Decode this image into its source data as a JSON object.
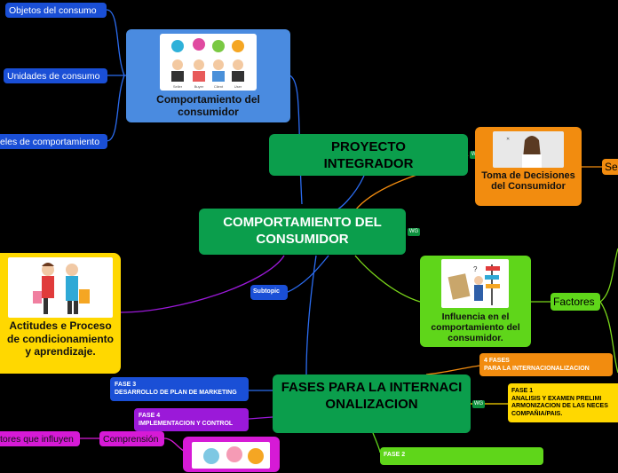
{
  "central": {
    "title": "COMPORTAMIENTO DEL CONSUMIDOR",
    "tag": "WG"
  },
  "left_items": [
    {
      "label": "Objetos del consumo"
    },
    {
      "label": "Unidades de consumo"
    },
    {
      "label": "eles de comportamiento"
    }
  ],
  "comportamiento_node": {
    "label": "Comportamiento del consumidor",
    "image_captions": [
      "Seller",
      "Buyer",
      "Client",
      "User"
    ]
  },
  "proyecto": {
    "title": "PROYECTO INTEGRADOR",
    "tag": "WG"
  },
  "toma": {
    "label": "Toma de Decisiones del Consumidor"
  },
  "right_cut": {
    "label": "Se"
  },
  "actitudes": {
    "label": "Actitudes e Proceso de condicionamiento y aprendizaje."
  },
  "subtopic": {
    "label": "Subtopic"
  },
  "influencia": {
    "label": "Influencia en el comportamiento del consumidor."
  },
  "factores": {
    "label": "Factores"
  },
  "fases": {
    "title": "FASES PARA LA INTERNACIONALIZACION",
    "tag": "WG"
  },
  "fase_items": [
    {
      "label": "4 FASES\nPARA LA INTERNACIONALIZACION"
    },
    {
      "label": "FASE 1\nANALISIS Y EXAMEN PRELIMI\nARMONIZACION DE LAS NECES\nCOMPAÑIA/PAIS."
    },
    {
      "label": "FASE 3\nDESARROLLO DE PLAN DE MARKETING"
    },
    {
      "label": "FASE 4\nIMPLEMENTACION Y CONTROL"
    },
    {
      "label": "FASE 2"
    }
  ],
  "comprension": {
    "label": "Comprensión"
  },
  "factores_influyen": {
    "label": "tores que influyen"
  },
  "colors": {
    "bg": "#000000",
    "green": "#0b9e4c",
    "blue": "#1a4fd6",
    "orange": "#f28c0f",
    "yellow": "#ffd800",
    "lime": "#5fd61a",
    "purple": "#9b19d9",
    "magenta": "#d61ad6"
  }
}
